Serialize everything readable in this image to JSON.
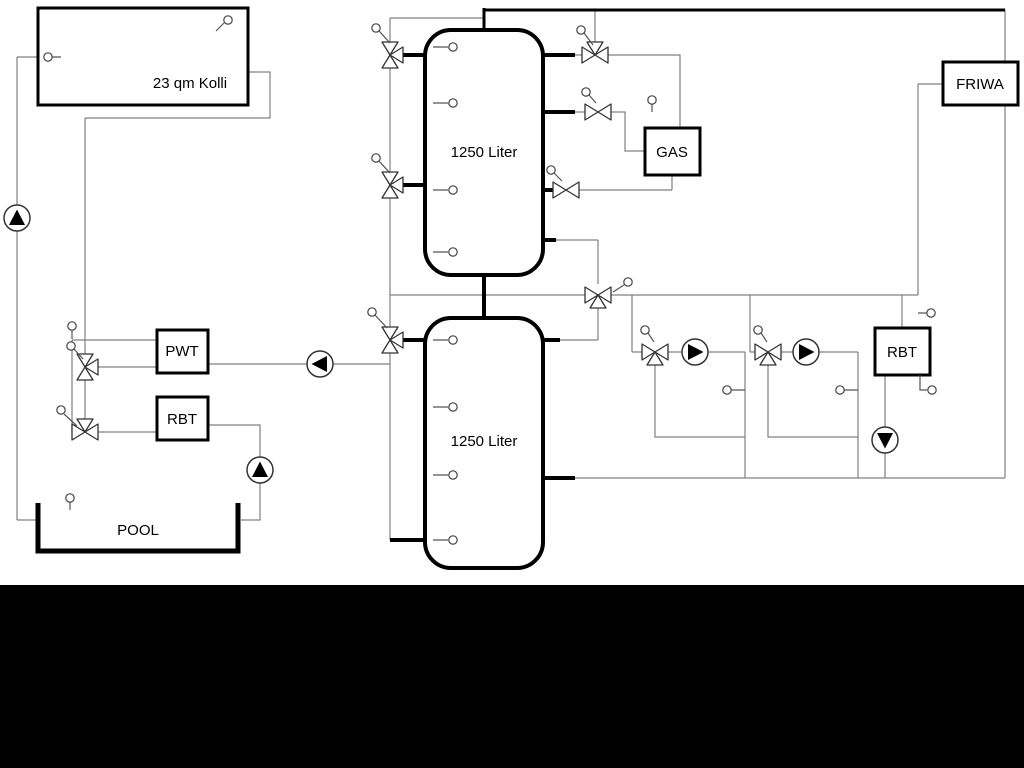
{
  "diagram": {
    "type": "hydraulic-heating-schematic",
    "colors": {
      "background": "#ffffff",
      "letterbox": "#000000",
      "thin_lines": "#808080",
      "thick_lines": "#000000"
    },
    "components": {
      "collector": {
        "label": "23 qm Kolli"
      },
      "buffer_tank_top": {
        "label": "1250 Liter"
      },
      "buffer_tank_bottom": {
        "label": "1250 Liter"
      },
      "heat_exchanger_pwt": {
        "label": "PWT"
      },
      "rbt_left": {
        "label": "RBT"
      },
      "rbt_right": {
        "label": "RBT"
      },
      "pool": {
        "label": "POOL"
      },
      "gas_boiler": {
        "label": "GAS"
      },
      "friwa_station": {
        "label": "FRIWA"
      }
    }
  }
}
